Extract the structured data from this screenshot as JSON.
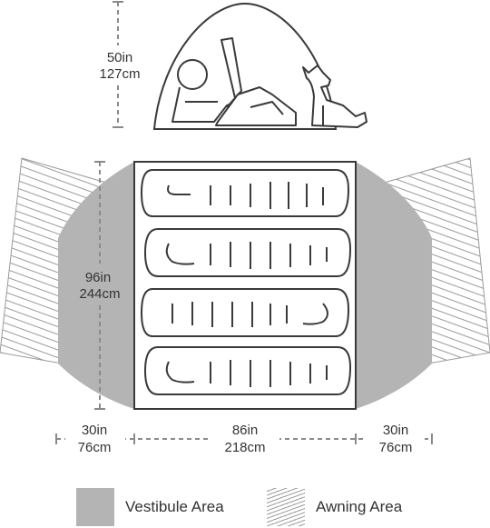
{
  "dimensions": {
    "height": {
      "imperial": "50in",
      "metric": "127cm"
    },
    "floor_length": {
      "imperial": "96in",
      "metric": "244cm"
    },
    "left_vestibule": {
      "imperial": "30in",
      "metric": "76cm"
    },
    "floor_width": {
      "imperial": "86in",
      "metric": "218cm"
    },
    "right_vestibule": {
      "imperial": "30in",
      "metric": "76cm"
    }
  },
  "legend": {
    "vestibule_label": "Vestibule Area",
    "awning_label": "Awning Area"
  },
  "colors": {
    "vestibule": "#b4b4b4",
    "awning_hatch": "#9a9a9a",
    "line": "#3a3a3a",
    "dimension_line": "#8a8a8a",
    "text": "#333333"
  },
  "sleeping_pad_count": 4
}
